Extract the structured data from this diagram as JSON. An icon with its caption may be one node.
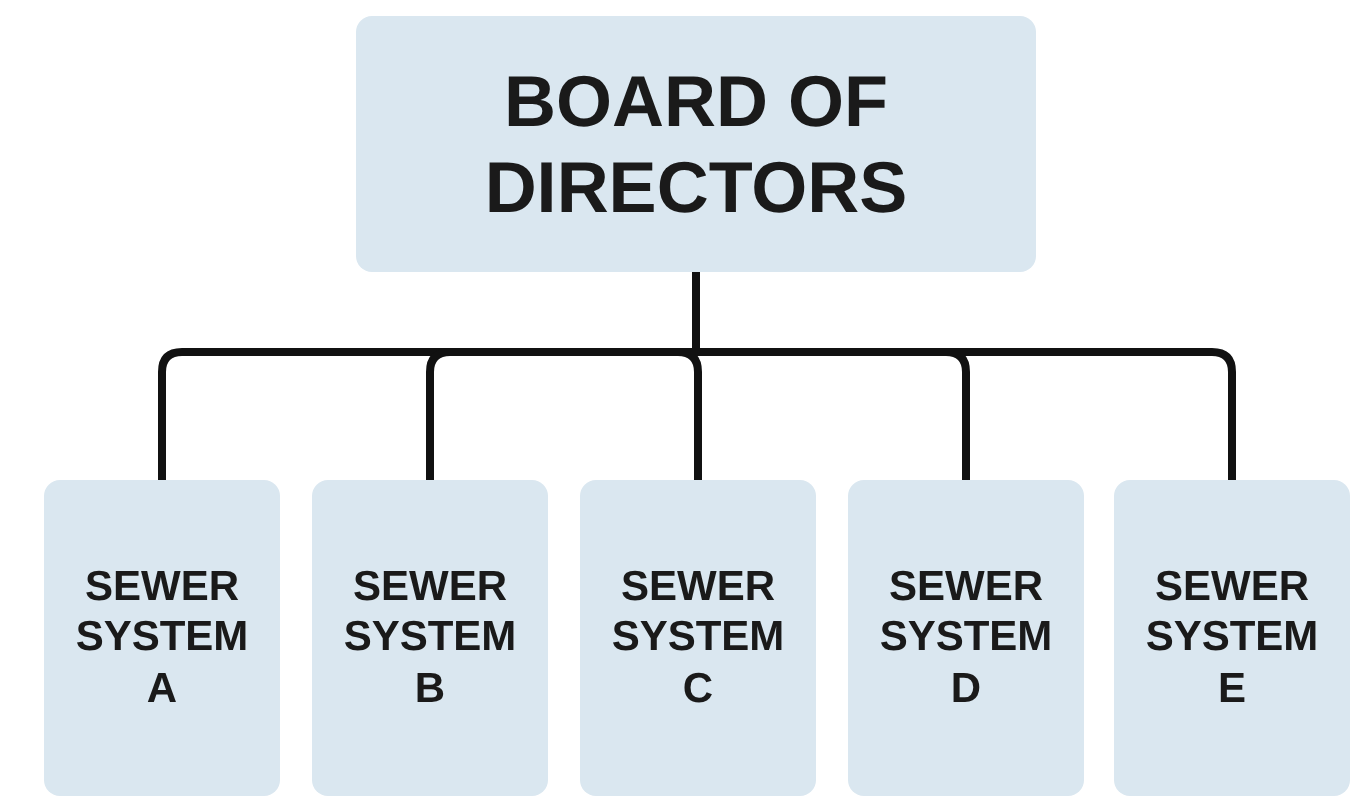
{
  "diagram": {
    "nodes": [
      {
        "text": [
          "BOARD OF DIRECTORS"
        ]
      },
      {
        "text": [
          "SEWER SYSTEM A"
        ]
      },
      {
        "text": [
          "SEWER SYSTEM B"
        ]
      },
      {
        "text": [
          "SEWER SYSTEM C"
        ]
      },
      {
        "text": [
          "SEWER SYSTEM D"
        ]
      },
      {
        "text": [
          "SEWER SYSTEM E"
        ]
      }
    ],
    "edges": [
      {
        "from": 0,
        "to": 1,
        "arrow": "none"
      },
      {
        "from": 0,
        "to": 2,
        "arrow": "none"
      },
      {
        "from": 0,
        "to": 3,
        "arrow": "none"
      },
      {
        "from": 0,
        "to": 4,
        "arrow": "none"
      },
      {
        "from": 0,
        "to": 5,
        "arrow": "none"
      }
    ]
  }
}
